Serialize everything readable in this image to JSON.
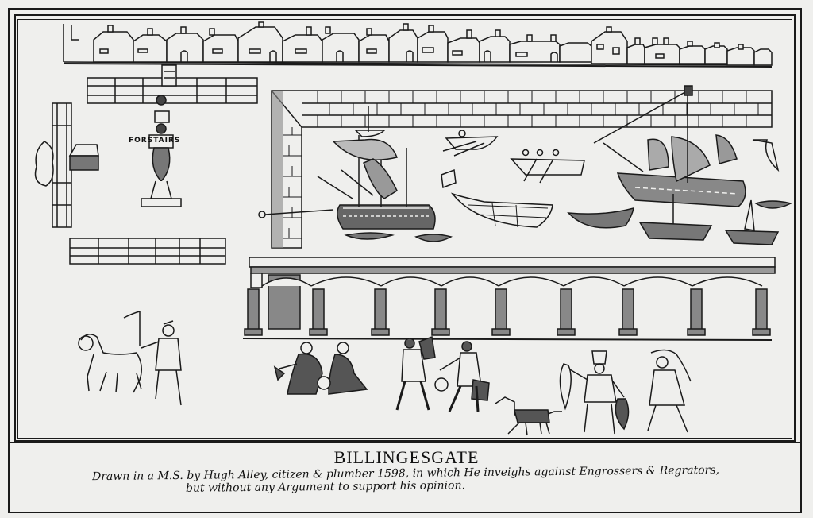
{
  "artwork": {
    "title": "BILLINGESGATE",
    "caption_line_1": "Drawn in a M.S. by Hugh Alley, citizen & plumber 1598, in which He inveighs against Engrossers & Regrators,",
    "caption_line_2": "but without any Argument to support his opinion.",
    "labels": {
      "forstairs": "FORSTAIRS"
    },
    "colors": {
      "paper": "#efefed",
      "ink": "#1a1a1a"
    },
    "scene": {
      "houses_row": "row of gabled houses along the top",
      "arcade_columns": 9,
      "ships": [
        "large galleon (left)",
        "large galleon with sails (right)"
      ],
      "small_boats": [
        "rowing boat",
        "rowing barge with rowers",
        "small sailboats",
        "open hulls"
      ],
      "figures": [
        "man leading horse",
        "two seated women with wares",
        "two men carrying goods",
        "dog",
        "man holding fish",
        "porter carrying basket"
      ]
    }
  }
}
